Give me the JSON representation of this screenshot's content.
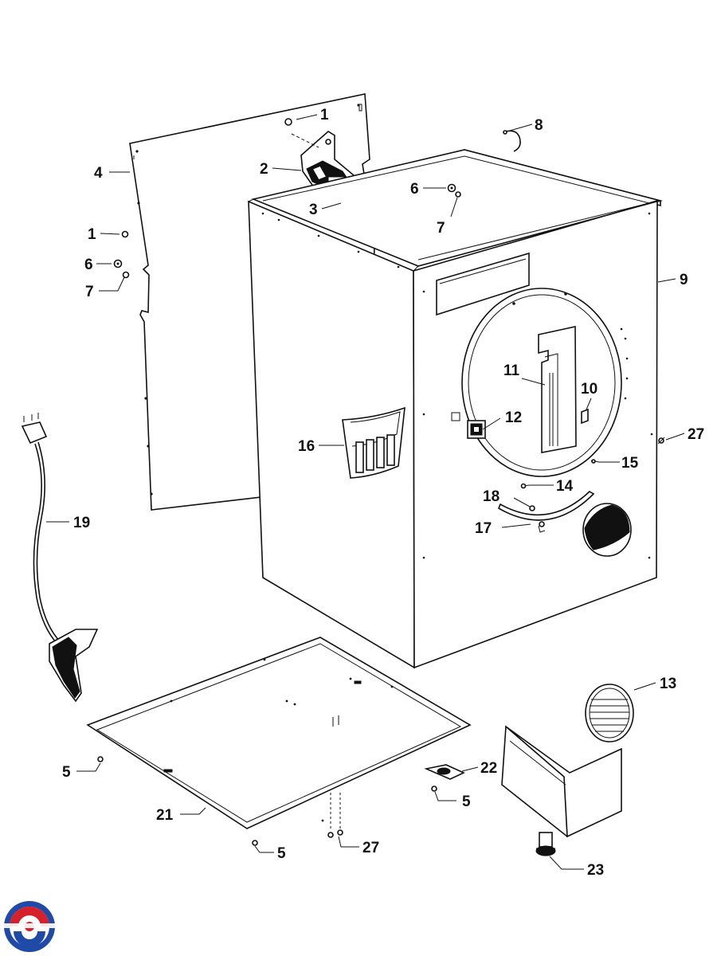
{
  "diagram": {
    "callouts": [
      {
        "id": "c1a",
        "label": "1"
      },
      {
        "id": "c1b",
        "label": "1"
      },
      {
        "id": "c2",
        "label": "2"
      },
      {
        "id": "c3",
        "label": "3"
      },
      {
        "id": "c4",
        "label": "4"
      },
      {
        "id": "c5a",
        "label": "5"
      },
      {
        "id": "c5b",
        "label": "5"
      },
      {
        "id": "c5c",
        "label": "5"
      },
      {
        "id": "c6a",
        "label": "6"
      },
      {
        "id": "c6b",
        "label": "6"
      },
      {
        "id": "c7a",
        "label": "7"
      },
      {
        "id": "c7b",
        "label": "7"
      },
      {
        "id": "c8",
        "label": "8"
      },
      {
        "id": "c9",
        "label": "9"
      },
      {
        "id": "c10",
        "label": "10"
      },
      {
        "id": "c11",
        "label": "11"
      },
      {
        "id": "c12",
        "label": "12"
      },
      {
        "id": "c13",
        "label": "13"
      },
      {
        "id": "c14",
        "label": "14"
      },
      {
        "id": "c15",
        "label": "15"
      },
      {
        "id": "c16",
        "label": "16"
      },
      {
        "id": "c17",
        "label": "17"
      },
      {
        "id": "c18",
        "label": "18"
      },
      {
        "id": "c19",
        "label": "19"
      },
      {
        "id": "c21",
        "label": "21"
      },
      {
        "id": "c22",
        "label": "22"
      },
      {
        "id": "c23",
        "label": "23"
      },
      {
        "id": "c27a",
        "label": "27"
      },
      {
        "id": "c27b",
        "label": "27"
      }
    ]
  },
  "logo": {
    "colors": {
      "blue": "#1f4aa8",
      "red": "#d6202a"
    }
  }
}
